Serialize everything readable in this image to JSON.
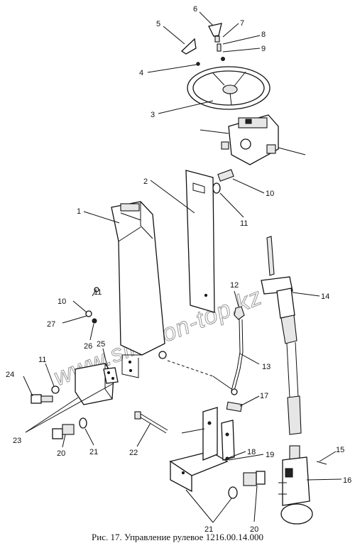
{
  "caption": "Рис. 17. Управление рулевое 1216.00.14.000",
  "watermark": "www.sinhron-top.kz",
  "callouts": [
    {
      "id": "c1",
      "label": "1"
    },
    {
      "id": "c2",
      "label": "2"
    },
    {
      "id": "c3",
      "label": "3"
    },
    {
      "id": "c4",
      "label": "4"
    },
    {
      "id": "c5",
      "label": "5"
    },
    {
      "id": "c6",
      "label": "6"
    },
    {
      "id": "c7",
      "label": "7"
    },
    {
      "id": "c8",
      "label": "8"
    },
    {
      "id": "c9",
      "label": "9"
    },
    {
      "id": "c10a",
      "label": "10"
    },
    {
      "id": "c10b",
      "label": "10"
    },
    {
      "id": "c11a",
      "label": "11"
    },
    {
      "id": "c11b",
      "label": "11"
    },
    {
      "id": "c11c",
      "label": "11"
    },
    {
      "id": "c12",
      "label": "12"
    },
    {
      "id": "c13",
      "label": "13"
    },
    {
      "id": "c14",
      "label": "14"
    },
    {
      "id": "c15",
      "label": "15"
    },
    {
      "id": "c16",
      "label": "16"
    },
    {
      "id": "c17",
      "label": "17"
    },
    {
      "id": "c18",
      "label": "18"
    },
    {
      "id": "c19",
      "label": "19"
    },
    {
      "id": "c20a",
      "label": "20"
    },
    {
      "id": "c20b",
      "label": "20"
    },
    {
      "id": "c21a",
      "label": "21"
    },
    {
      "id": "c21b",
      "label": "21"
    },
    {
      "id": "c22",
      "label": "22"
    },
    {
      "id": "c23",
      "label": "23"
    },
    {
      "id": "c24",
      "label": "24"
    },
    {
      "id": "c25",
      "label": "25"
    },
    {
      "id": "c26",
      "label": "26"
    },
    {
      "id": "c27",
      "label": "27"
    }
  ]
}
